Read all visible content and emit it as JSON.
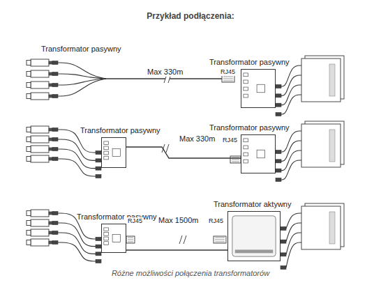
{
  "diagram": {
    "title": "Przykład podłączenia:",
    "caption": "Różne możliwości połączenia transformatorów",
    "nodes": [
      {
        "text": [
          "Transformator pasywny"
        ]
      },
      {
        "text": [
          "Transformator pasywny"
        ]
      },
      {
        "text": [
          "Transformator pasywny"
        ]
      },
      {
        "text": [
          "Transformator pasywny"
        ]
      },
      {
        "text": [
          "Transformator aktywny"
        ]
      }
    ],
    "edges": [
      {
        "from": 1,
        "to": 2,
        "arrow": "none",
        "label": "Max 330m"
      },
      {
        "from": 3,
        "to": 4,
        "arrow": "none",
        "label": "Max 1500m"
      }
    ],
    "labels": [
      "Transformator pasywny",
      "Max 330m",
      "RJ45",
      "RJ45",
      "RJ45",
      "RJ45"
    ]
  }
}
